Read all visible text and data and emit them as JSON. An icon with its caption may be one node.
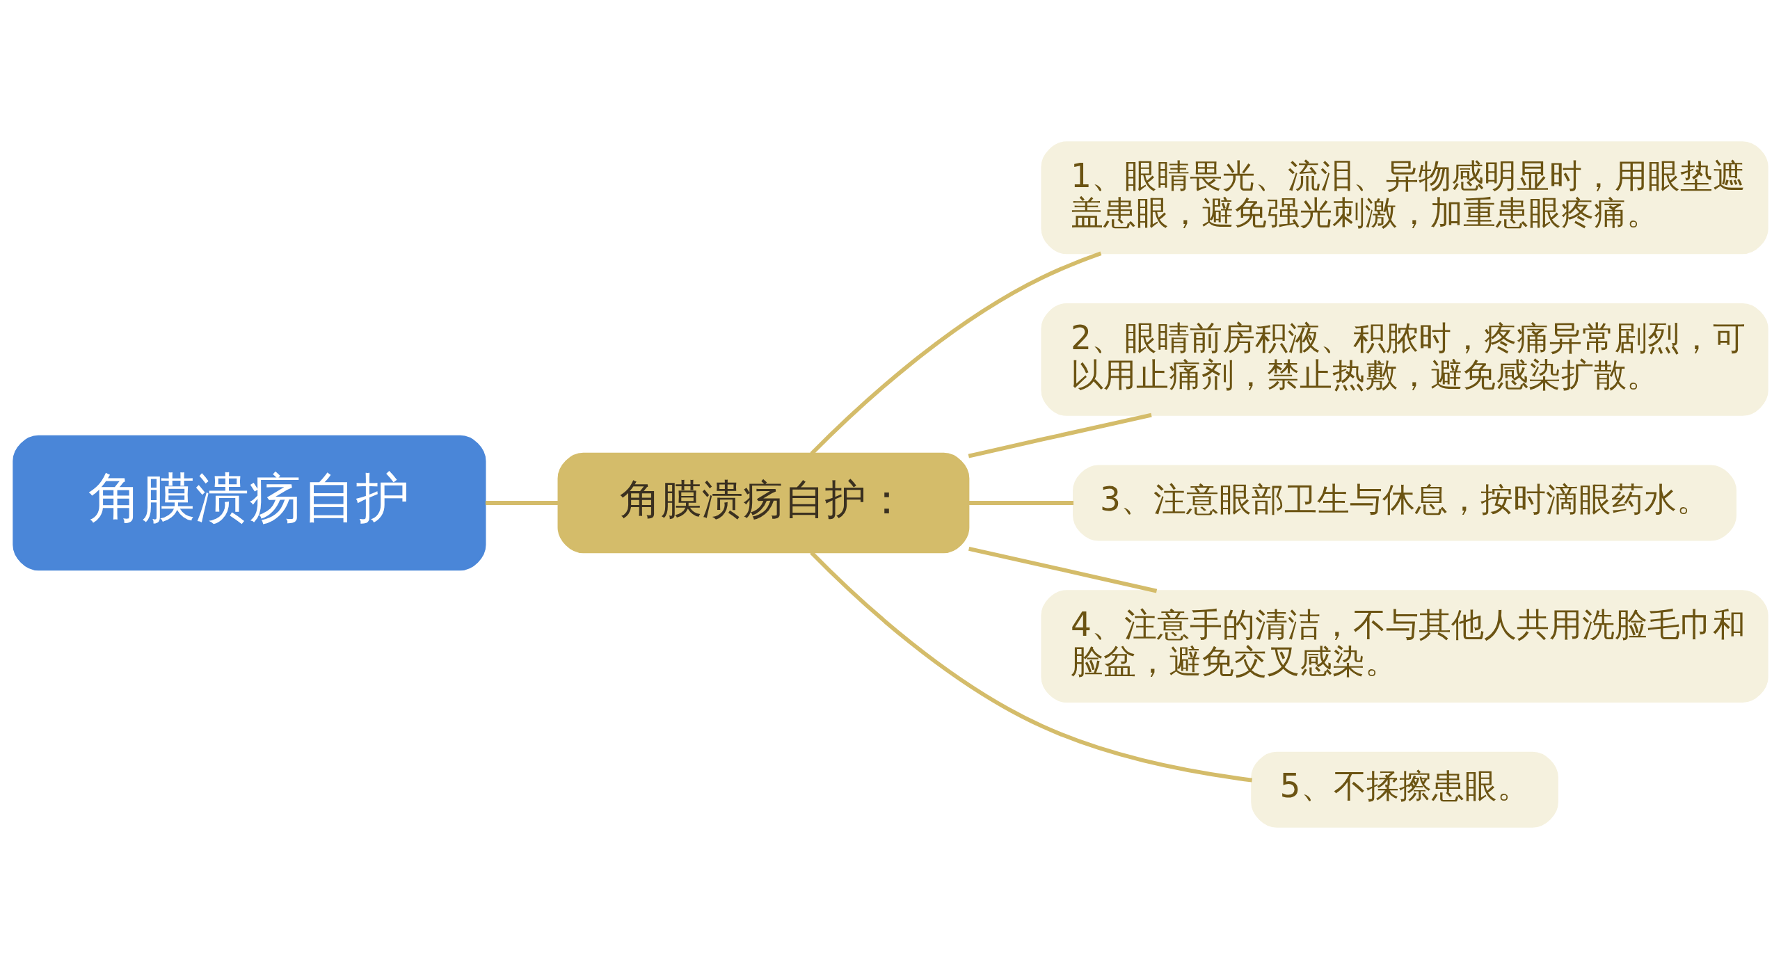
{
  "diagram": {
    "nodes": [
      {
        "text": [
          "角膜溃疡自护"
        ]
      },
      {
        "text": [
          "角膜溃疡自护："
        ]
      },
      {
        "text": [
          "1、眼睛畏光、流泪、异物感明显时，用眼垫遮盖患眼，避免强光刺激，加重患眼疼痛。"
        ]
      },
      {
        "text": [
          "2、眼睛前房积液、积脓时，疼痛异常剧烈，可以用止痛剂，禁止热敷，避免感染扩散。"
        ]
      },
      {
        "text": [
          "3、注意眼部卫生与休息，按时滴眼药水。"
        ]
      },
      {
        "text": [
          "4、注意手的清洁，不与其他人共用洗脸毛巾和脸盆，避免交叉感染。"
        ]
      },
      {
        "text": [
          "5、不揉擦患眼。"
        ]
      }
    ],
    "edges": [
      {
        "from": 0,
        "to": 1,
        "arrow": "none"
      },
      {
        "from": 1,
        "to": 2,
        "arrow": "none"
      },
      {
        "from": 1,
        "to": 3,
        "arrow": "none"
      },
      {
        "from": 1,
        "to": 4,
        "arrow": "none"
      },
      {
        "from": 1,
        "to": 5,
        "arrow": "none"
      },
      {
        "from": 1,
        "to": 6,
        "arrow": "none"
      }
    ]
  }
}
